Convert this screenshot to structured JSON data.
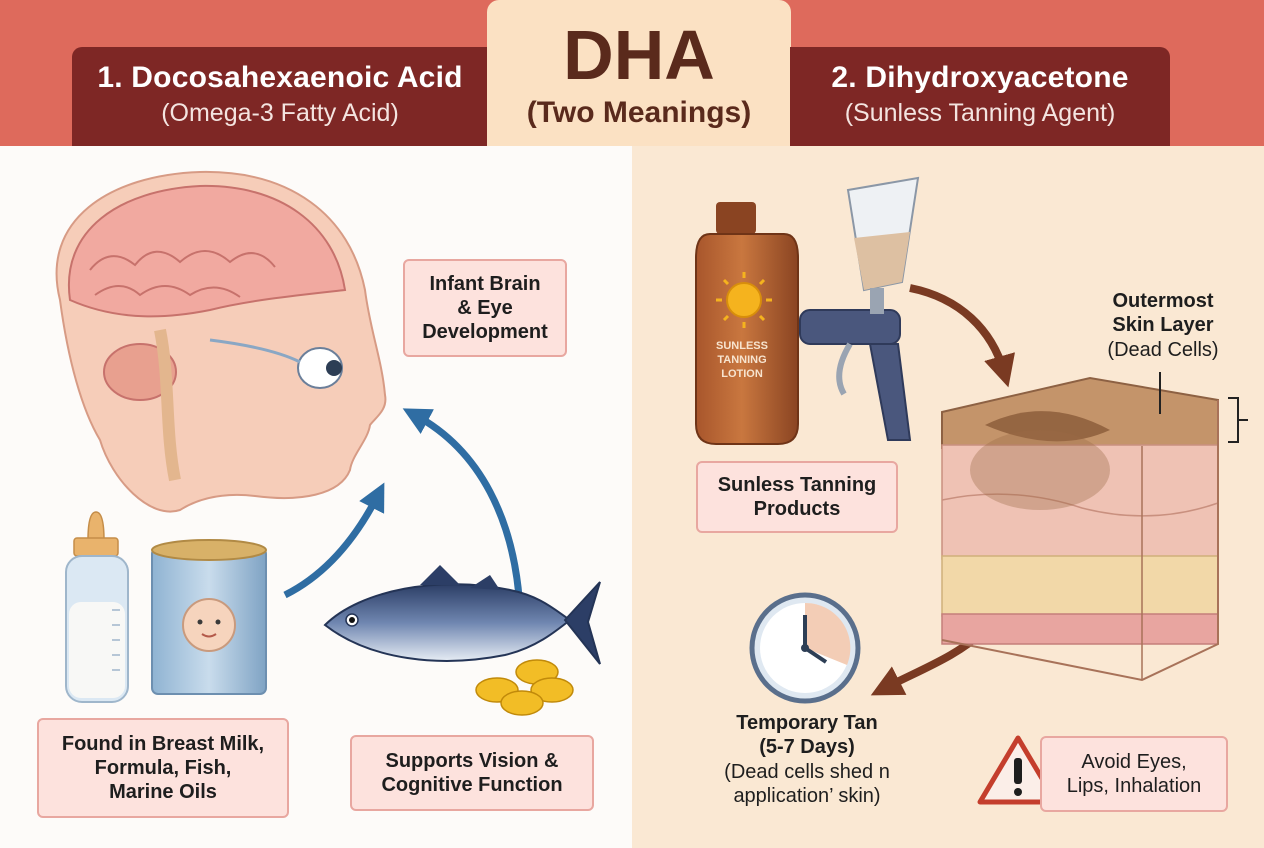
{
  "header": {
    "left_title": "1. Docosahexaenoic Acid",
    "left_subtitle": "(Omega-3 Fatty Acid)",
    "center_title": "DHA",
    "center_subtitle": "(Two Meanings)",
    "right_title": "2. Dihydroxyacetone",
    "right_subtitle": "(Sunless Tanning Agent)"
  },
  "left_panel": {
    "brain_label": [
      "Infant Brain",
      "& Eye",
      "Development"
    ],
    "sources_label": [
      "Found in Breast Milk,",
      "Formula, Fish,",
      "Marine Oils"
    ],
    "vision_label": [
      "Supports Vision &",
      "Cognitive Function"
    ]
  },
  "right_panel": {
    "bottle_text": [
      "SUNLESS",
      "TANNING",
      "LOTION"
    ],
    "products_label": [
      "Sunless Tanning",
      "Products"
    ],
    "skin_layer_title": [
      "Outermost",
      "Skin Layer"
    ],
    "skin_layer_note": "(Dead Cells)",
    "tan_title": [
      "Temporary Tan",
      "(5-7 Days)"
    ],
    "tan_note": [
      "(Dead cells shed n",
      "application’ skin)"
    ],
    "warning_label": [
      "Avoid Eyes,",
      "Lips, Inhalation"
    ]
  },
  "colors": {
    "header_band": "#de6a5c",
    "header_box": "#7e2725",
    "center_box": "#fbe1c3",
    "left_panel": "#fdfbf9",
    "right_panel": "#fae8d3",
    "label_fill": "#fde2dd",
    "label_border": "#e8a7a0",
    "arrow_blue": "#2f6da3",
    "arrow_brown": "#7a3a22"
  },
  "icons": [
    "infant-brain-illustration",
    "eye-icon",
    "baby-bottle-icon",
    "formula-can-icon",
    "tuna-fish-icon",
    "fish-oil-capsules-icon",
    "tanning-lotion-bottle-icon",
    "sun-icon",
    "spray-gun-icon",
    "skin-layers-illustration",
    "clock-icon",
    "warning-icon"
  ]
}
